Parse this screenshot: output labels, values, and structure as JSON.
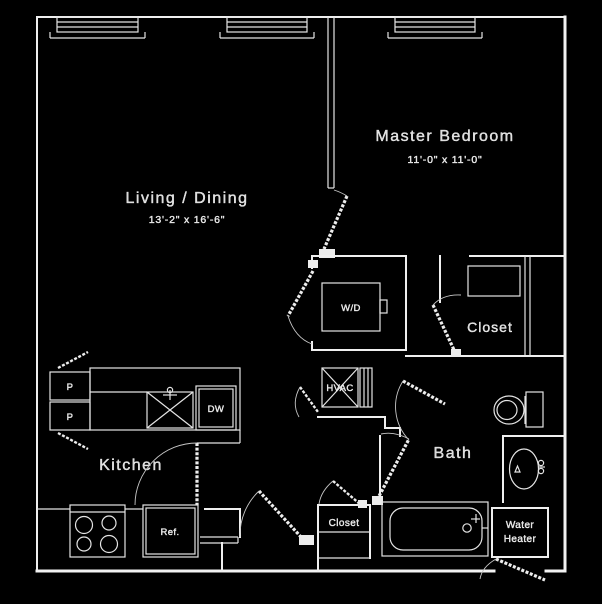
{
  "title": "One-bedroom apartment floor plan",
  "colors": {
    "background": "#000000",
    "line": "#ffffff"
  },
  "rooms": {
    "living_dining": {
      "name": "Living / Dining",
      "dims": "13'-2\" x 16'-6\""
    },
    "master_bedroom": {
      "name": "Master Bedroom",
      "dims": "11'-0\" x 11'-0\""
    },
    "kitchen": {
      "name": "Kitchen"
    },
    "bath": {
      "name": "Bath"
    },
    "master_closet": {
      "name": "Closet"
    },
    "entry_closet": {
      "name": "Closet"
    },
    "water_heater_closet": {
      "line1": "Water",
      "line2": "Heater"
    }
  },
  "appliances": {
    "washer_dryer": "W/D",
    "hvac": "HVAC",
    "dishwasher": "DW",
    "pantry_top": "P",
    "pantry_bottom": "P",
    "refrigerator": "Ref."
  },
  "symbols": {
    "windows": 3,
    "fixtures": [
      "stove-4-burner",
      "kitchen-sink",
      "toilet",
      "vanity-sink",
      "bathtub"
    ]
  }
}
